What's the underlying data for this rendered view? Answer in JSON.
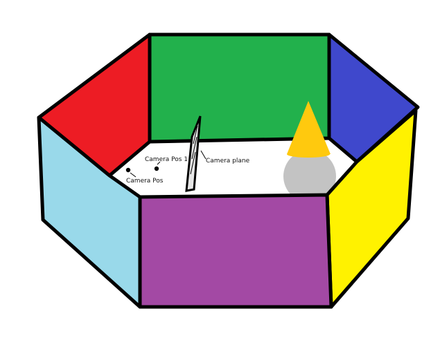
{
  "scene": {
    "labels": {
      "camera_pos": "Camera Pos",
      "camera_pos_1": "Camera Pos 1",
      "camera_plane": "Camera plane"
    },
    "colors": {
      "wall_back_left": "#ed1c24",
      "wall_back": "#22b14c",
      "wall_back_right": "#3f48cc",
      "wall_front_left": "#99d9ea",
      "wall_front": "#a349a4",
      "wall_front_right": "#fff200",
      "floor": "#ffffff",
      "cone": "#ffc90e",
      "sphere": "#c3c3c3",
      "outline": "#000000"
    }
  }
}
